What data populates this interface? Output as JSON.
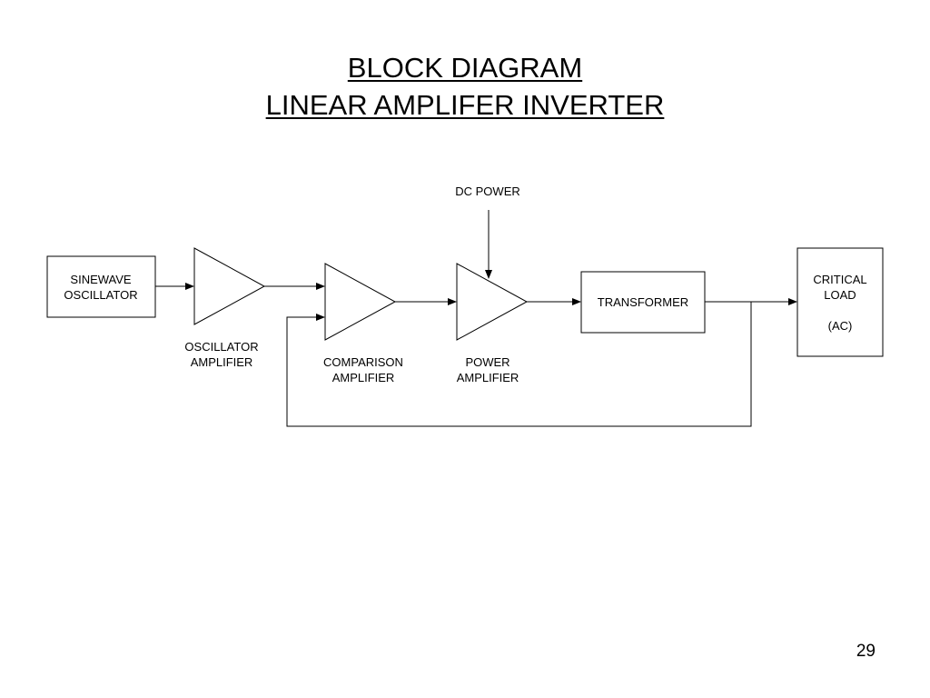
{
  "title": {
    "line1": "BLOCK DIAGRAM",
    "line2": "LINEAR AMPLIFER INVERTER"
  },
  "blocks": {
    "sinewave_oscillator": [
      "SINEWAVE",
      "OSCILLATOR"
    ],
    "oscillator_amplifier": [
      "OSCILLATOR",
      "AMPLIFIER"
    ],
    "comparison_amplifier": [
      "COMPARISON",
      "AMPLIFIER"
    ],
    "power_amplifier": [
      "POWER",
      "AMPLIFIER"
    ],
    "transformer": "TRANSFORMER",
    "critical_load": [
      "CRITICAL",
      "LOAD",
      "(AC)"
    ],
    "dc_power": "DC POWER"
  },
  "page_number": "29"
}
